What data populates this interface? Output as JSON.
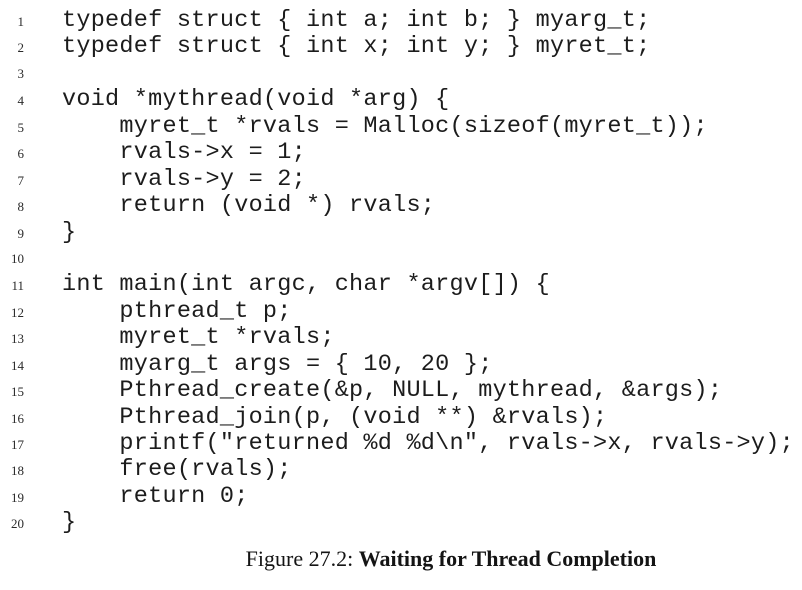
{
  "colors": {
    "background": "#ffffff",
    "text": "#1c1c1c"
  },
  "code_listing": {
    "lines": [
      {
        "number": "1",
        "code": "typedef struct { int a; int b; } myarg_t;"
      },
      {
        "number": "2",
        "code": "typedef struct { int x; int y; } myret_t;"
      },
      {
        "number": "3",
        "code": ""
      },
      {
        "number": "4",
        "code": "void *mythread(void *arg) {"
      },
      {
        "number": "5",
        "code": "    myret_t *rvals = Malloc(sizeof(myret_t));"
      },
      {
        "number": "6",
        "code": "    rvals->x = 1;"
      },
      {
        "number": "7",
        "code": "    rvals->y = 2;"
      },
      {
        "number": "8",
        "code": "    return (void *) rvals;"
      },
      {
        "number": "9",
        "code": "}"
      },
      {
        "number": "10",
        "code": ""
      },
      {
        "number": "11",
        "code": "int main(int argc, char *argv[]) {"
      },
      {
        "number": "12",
        "code": "    pthread_t p;"
      },
      {
        "number": "13",
        "code": "    myret_t *rvals;"
      },
      {
        "number": "14",
        "code": "    myarg_t args = { 10, 20 };"
      },
      {
        "number": "15",
        "code": "    Pthread_create(&p, NULL, mythread, &args);"
      },
      {
        "number": "16",
        "code": "    Pthread_join(p, (void **) &rvals);"
      },
      {
        "number": "17",
        "code": "    printf(\"returned %d %d\\n\", rvals->x, rvals->y);"
      },
      {
        "number": "18",
        "code": "    free(rvals);"
      },
      {
        "number": "19",
        "code": "    return 0;"
      },
      {
        "number": "20",
        "code": "}"
      }
    ]
  },
  "caption": {
    "prefix": "Figure 27.2: ",
    "title": "Waiting for Thread Completion"
  }
}
